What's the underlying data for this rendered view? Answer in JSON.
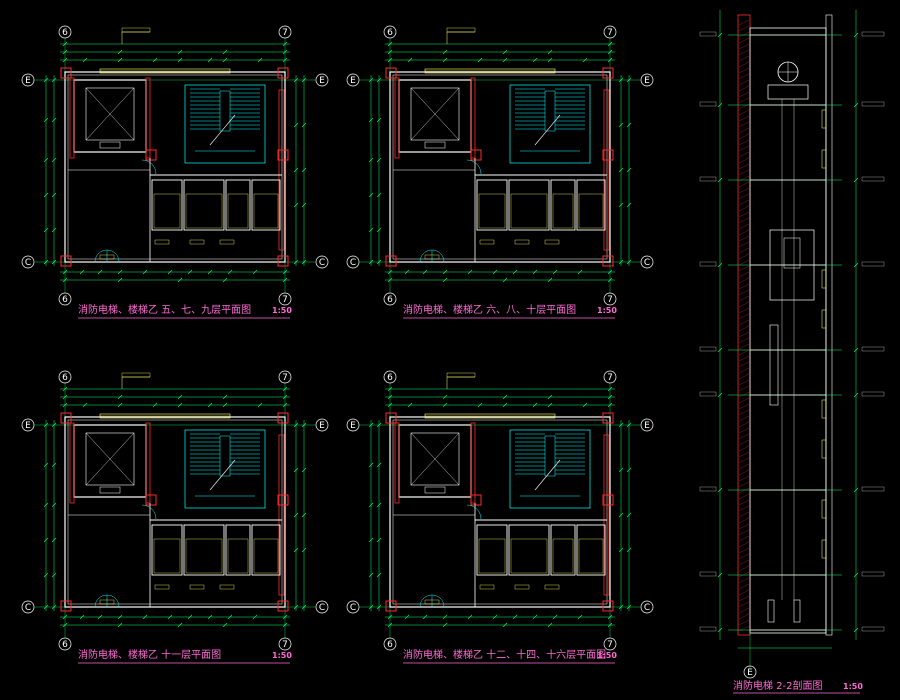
{
  "plans": [
    {
      "title": "消防电梯、楼梯乙 五、七、九层平面图",
      "scale": "1:50",
      "axes_top": [
        "6",
        "7"
      ],
      "axes_side": [
        "E",
        "C"
      ],
      "axes_bottom": [
        "6",
        "7"
      ]
    },
    {
      "title": "消防电梯、楼梯乙 六、八、十层平面图",
      "scale": "1:50",
      "axes_top": [
        "6",
        "7"
      ],
      "axes_side": [
        "E",
        "C"
      ],
      "axes_bottom": [
        "6",
        "7"
      ]
    },
    {
      "title": "消防电梯、楼梯乙 十一层平面图",
      "scale": "1:50",
      "axes_top": [
        "6",
        "7"
      ],
      "axes_side": [
        "E",
        "C"
      ],
      "axes_bottom": [
        "6",
        "7"
      ]
    },
    {
      "title": "消防电梯、楼梯乙 十二、十四、十六层平面图",
      "scale": "1:50",
      "axes_top": [
        "6",
        "7"
      ],
      "axes_side": [
        "E",
        "C"
      ],
      "axes_bottom": [
        "6",
        "7"
      ]
    }
  ],
  "section": {
    "title": "消防电梯 2-2剖面图",
    "scale": "1:50",
    "axis_bottom": "E"
  },
  "colors": {
    "background": "#000000",
    "wall": "#ffffff",
    "dimension": "#00ff66",
    "stair": "#00ffff",
    "column": "#ff2a2a",
    "window": "#ffff66",
    "annotation": "#ff6ad5"
  }
}
